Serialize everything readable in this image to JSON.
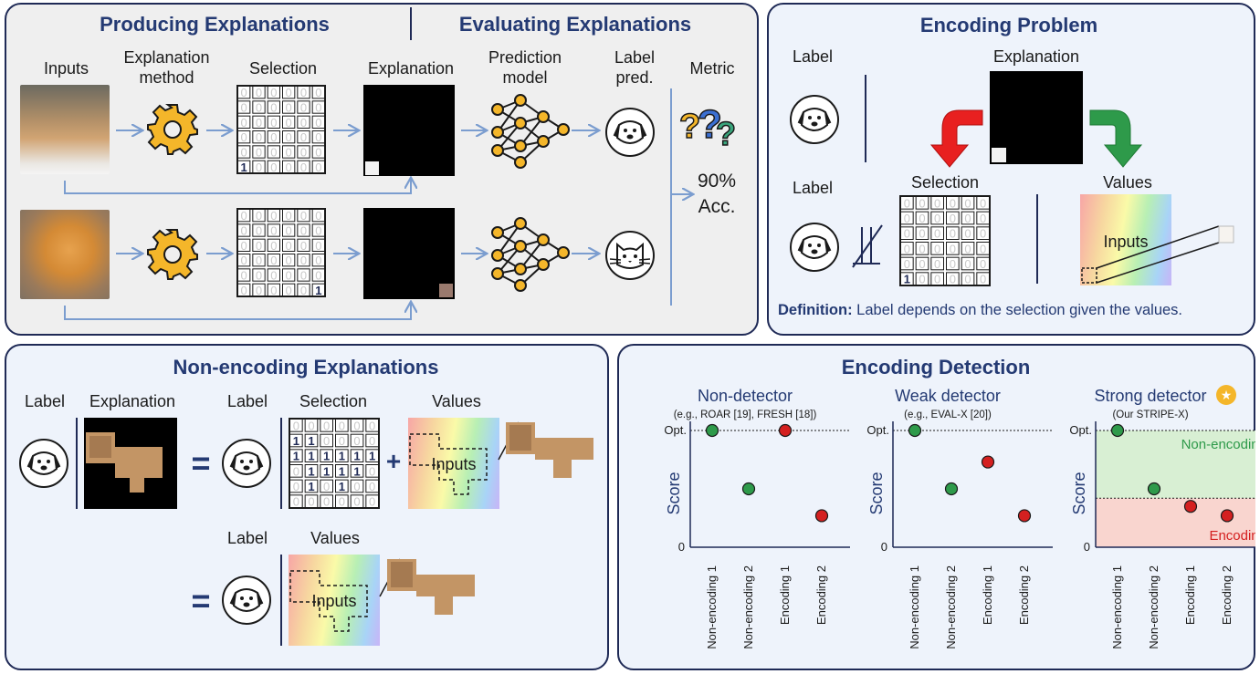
{
  "panels": {
    "producing": {
      "title": "Producing Explanations",
      "headers": [
        "Inputs",
        "Explanation method",
        "Selection",
        "Explanation"
      ]
    },
    "evaluating": {
      "title": "Evaluating Explanations",
      "headers": [
        "Prediction model",
        "Label pred.",
        "Metric"
      ],
      "metric_value": "90%",
      "metric_name": "Acc."
    },
    "encoding_problem": {
      "title": "Encoding Problem",
      "label_top": "Label",
      "label_bottom": "Label",
      "explanation": "Explanation",
      "selection": "Selection",
      "values": "Values",
      "inputs": "Inputs",
      "definition_bold": "Definition:",
      "definition_text": " Label depends on the selection given the values."
    },
    "non_encoding": {
      "title": "Non-encoding Explanations",
      "label1": "Label",
      "explanation": "Explanation",
      "label2": "Label",
      "selection": "Selection",
      "values": "Values",
      "label3": "Label",
      "values2": "Values",
      "inputs": "Inputs",
      "eq": "=",
      "plus": "+"
    },
    "detection": {
      "title": "Encoding Detection",
      "detectors": [
        {
          "name": "Non-detector",
          "sub": "(e.g., ROAR [19], FRESH [18])"
        },
        {
          "name": "Weak detector",
          "sub": "(e.g., EVAL-X [20])"
        },
        {
          "name": "Strong detector",
          "sub": "(Our STRIPE-X)"
        }
      ],
      "y_label": "Score",
      "opt": "Opt.",
      "zero": "0",
      "categories": [
        "Non-encoding 1",
        "Non-encoding 2",
        "Encoding 1",
        "Encoding 2"
      ],
      "zone_nonenc": "Non-encoding",
      "zone_enc": "Encoding"
    }
  },
  "selection_grid_1": [
    "000000",
    "000000",
    "000000",
    "000000",
    "000000",
    "100000"
  ],
  "selection_grid_2": [
    "000000",
    "000000",
    "000000",
    "000000",
    "000000",
    "000001"
  ],
  "selection_grid_3": [
    "000000",
    "000000",
    "000000",
    "000000",
    "000000",
    "100000"
  ],
  "selection_grid_4": [
    "000000",
    "110000",
    "111111",
    "011110",
    "010100",
    "000000"
  ],
  "chart_data": [
    {
      "type": "scatter",
      "title": "Non-detector",
      "ylabel": "Score",
      "categories": [
        "Non-encoding 1",
        "Non-encoding 2",
        "Encoding 1",
        "Encoding 2"
      ],
      "values": [
        1.0,
        0.5,
        1.0,
        0.27
      ],
      "colors": [
        "#2e9a4a",
        "#2e9a4a",
        "#d42020",
        "#d42020"
      ]
    },
    {
      "type": "scatter",
      "title": "Weak detector",
      "ylabel": "Score",
      "categories": [
        "Non-encoding 1",
        "Non-encoding 2",
        "Encoding 1",
        "Encoding 2"
      ],
      "values": [
        1.0,
        0.5,
        0.73,
        0.27
      ],
      "colors": [
        "#2e9a4a",
        "#2e9a4a",
        "#d42020",
        "#d42020"
      ]
    },
    {
      "type": "scatter",
      "title": "Strong detector",
      "ylabel": "Score",
      "categories": [
        "Non-encoding 1",
        "Non-encoding 2",
        "Encoding 1",
        "Encoding 2"
      ],
      "values": [
        1.0,
        0.5,
        0.35,
        0.27
      ],
      "colors": [
        "#2e9a4a",
        "#2e9a4a",
        "#d42020",
        "#d42020"
      ]
    }
  ],
  "colors": {
    "panel_border": "#1f2a56",
    "title": "#243a73",
    "arrow": "#7b9dcf",
    "gear": "#f4b62a",
    "green": "#2e9a4a",
    "red": "#d42020"
  }
}
